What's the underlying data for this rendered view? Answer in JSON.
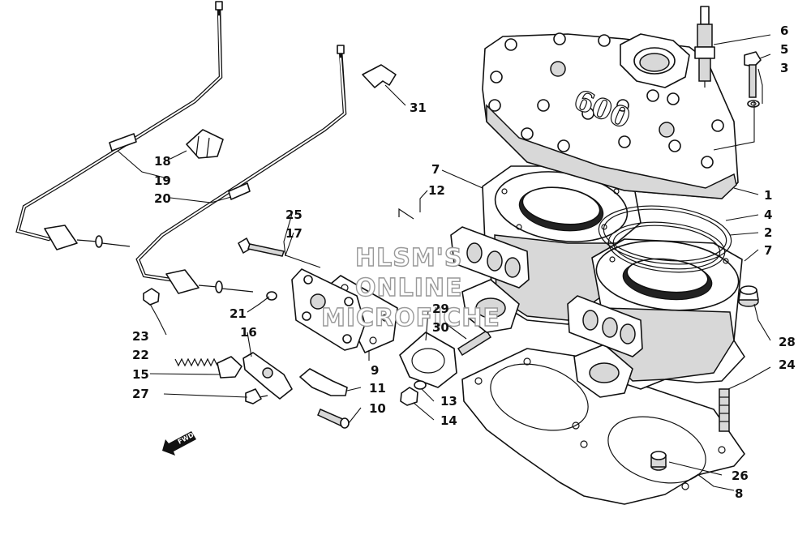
{
  "watermark": {
    "line1": "HLSM'S",
    "line2": "ONLINE",
    "line3": "MICROFICHE"
  },
  "fwd_label": "FWD",
  "head_stamp": "600",
  "callouts": [
    {
      "id": "c1",
      "label": "1"
    },
    {
      "id": "c2",
      "label": "2"
    },
    {
      "id": "c3",
      "label": "3"
    },
    {
      "id": "c4",
      "label": "4"
    },
    {
      "id": "c5",
      "label": "5"
    },
    {
      "id": "c6",
      "label": "6"
    },
    {
      "id": "c7a",
      "label": "7"
    },
    {
      "id": "c7b",
      "label": "7"
    },
    {
      "id": "c8",
      "label": "8"
    },
    {
      "id": "c9",
      "label": "9"
    },
    {
      "id": "c10",
      "label": "10"
    },
    {
      "id": "c11",
      "label": "11"
    },
    {
      "id": "c12",
      "label": "12"
    },
    {
      "id": "c13",
      "label": "13"
    },
    {
      "id": "c14",
      "label": "14"
    },
    {
      "id": "c15",
      "label": "15"
    },
    {
      "id": "c16",
      "label": "16"
    },
    {
      "id": "c17",
      "label": "17"
    },
    {
      "id": "c18",
      "label": "18"
    },
    {
      "id": "c19",
      "label": "19"
    },
    {
      "id": "c20",
      "label": "20"
    },
    {
      "id": "c21",
      "label": "21"
    },
    {
      "id": "c22",
      "label": "22"
    },
    {
      "id": "c23",
      "label": "23"
    },
    {
      "id": "c24",
      "label": "24"
    },
    {
      "id": "c25",
      "label": "25"
    },
    {
      "id": "c26",
      "label": "26"
    },
    {
      "id": "c27",
      "label": "27"
    },
    {
      "id": "c28",
      "label": "28"
    },
    {
      "id": "c29",
      "label": "29"
    },
    {
      "id": "c30",
      "label": "30"
    },
    {
      "id": "c31",
      "label": "31"
    }
  ]
}
